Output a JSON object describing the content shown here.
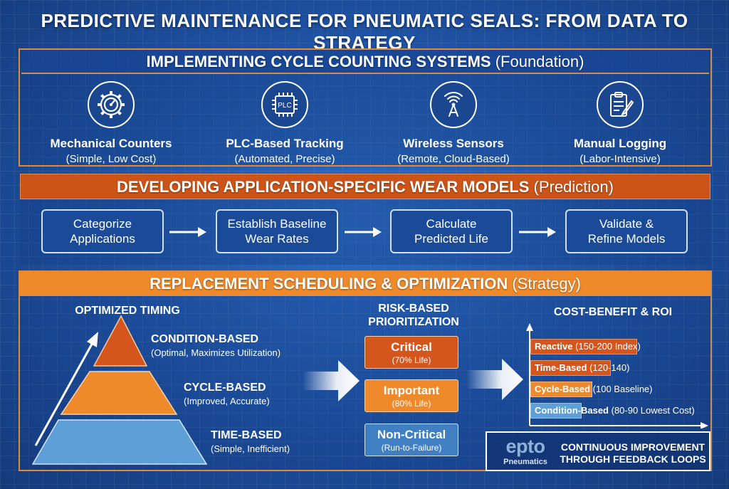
{
  "title": "PREDICTIVE MAINTENANCE FOR PNEUMATIC SEALS: FROM DATA TO STRATEGY",
  "section1": {
    "heading": "IMPLEMENTING CYCLE COUNTING SYSTEMS",
    "tag": "(Foundation)",
    "methods": [
      {
        "title": "Mechanical Counters",
        "subtitle": "(Simple, Low Cost)",
        "icon": "gauge-gear-icon"
      },
      {
        "title": "PLC-Based Tracking",
        "subtitle": "(Automated, Precise)",
        "icon": "plc-chip-icon",
        "icon_text": "PLC"
      },
      {
        "title": "Wireless Sensors",
        "subtitle": "(Remote, Cloud-Based)",
        "icon": "wireless-signal-icon"
      },
      {
        "title": "Manual Logging",
        "subtitle": "(Labor-Intensive)",
        "icon": "clipboard-pen-icon"
      }
    ]
  },
  "section2": {
    "heading": "DEVELOPING APPLICATION-SPECIFIC WEAR MODELS",
    "tag": "(Prediction)",
    "steps": [
      {
        "line1": "Categorize",
        "line2": "Applications"
      },
      {
        "line1": "Establish Baseline",
        "line2": "Wear Rates"
      },
      {
        "line1": "Calculate",
        "line2": "Predicted Life"
      },
      {
        "line1": "Validate &",
        "line2": "Refine Models"
      }
    ]
  },
  "section3": {
    "heading": "REPLACEMENT SCHEDULING & OPTIMIZATION",
    "tag": "(Strategy)",
    "timing": {
      "heading": "OPTIMIZED TIMING",
      "levels": [
        {
          "title": "CONDITION-BASED",
          "subtitle": "(Optimal, Maximizes Utilization)",
          "color": "#d4561c"
        },
        {
          "title": "CYCLE-BASED",
          "subtitle": "(Improved, Accurate)",
          "color": "#ee8a2c"
        },
        {
          "title": "TIME-BASED",
          "subtitle": "(Simple, Inefficient)",
          "color": "#5f9fd8"
        }
      ]
    },
    "risk": {
      "heading_line1": "RISK-BASED",
      "heading_line2": "PRIORITIZATION",
      "items": [
        {
          "title": "Critical",
          "subtitle": "(70% Life)",
          "color": "#d4561c"
        },
        {
          "title": "Important",
          "subtitle": "(80% Life)",
          "color": "#ee8a2c"
        },
        {
          "title": "Non-Critical",
          "subtitle": "(Run-to-Failure)",
          "color": "#4f8fcf"
        }
      ]
    },
    "roi": {
      "heading": "COST-BENEFIT & ROI",
      "bars": [
        {
          "label": "Reactive",
          "detail": "(150-200 Index)",
          "color": "#d4561c",
          "relative": 1.0
        },
        {
          "label": "Time-Based",
          "detail": "(120-140)",
          "color": "#d4561c",
          "relative": 0.75
        },
        {
          "label": "Cycle-Based",
          "detail": "(100 Baseline)",
          "color": "#ee8a2c",
          "relative": 0.58
        },
        {
          "label": "Condition-Based",
          "detail": "(80-90 Lowest Cost)",
          "color": "#5f9fd8",
          "relative": 0.48
        }
      ]
    }
  },
  "footer": {
    "logo": "epto",
    "logo_sub": "Pneumatics",
    "ci_line1": "CONTINUOUS IMPROVEMENT",
    "ci_line2": "THROUGH FEEDBACK LOOPS"
  }
}
